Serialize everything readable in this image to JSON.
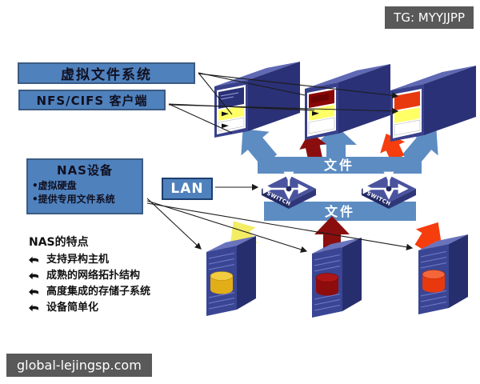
{
  "badges": {
    "top_right": "TG: MYYJJPP",
    "bottom_left": "global-lejingsp.com"
  },
  "boxes": {
    "vfs": "虚拟文件系统",
    "nfs": "NFS/CIFS 客户端",
    "nas": {
      "title": "NAS设备",
      "items": [
        "•虚拟硬盘",
        "•提供专用文件系统"
      ]
    },
    "lan": "LAN"
  },
  "banners": {
    "upper": "文件",
    "lower": "文件"
  },
  "features": {
    "title": "NAS的特点",
    "items": [
      "支持异构主机",
      "成熟的网络拓扑结构",
      "高度集成的存储子系统",
      "设备简单化"
    ]
  },
  "switch_label": "SWITCH",
  "colors": {
    "box_blue": "#4f81bd",
    "banner_blue": "#5d8cc2",
    "badge_bg": "#595959",
    "arrow_dark_red": "#8b0e0e",
    "arrow_orange": "#f63d0e",
    "arrow_yellow": "#f2ec5a",
    "server_navy": "#2b3176",
    "disk_yellow": "#e2ae17",
    "disk_dark_red": "#8f0c0c",
    "disk_red": "#e8380d",
    "stripe_yellow": "#ffff66"
  }
}
